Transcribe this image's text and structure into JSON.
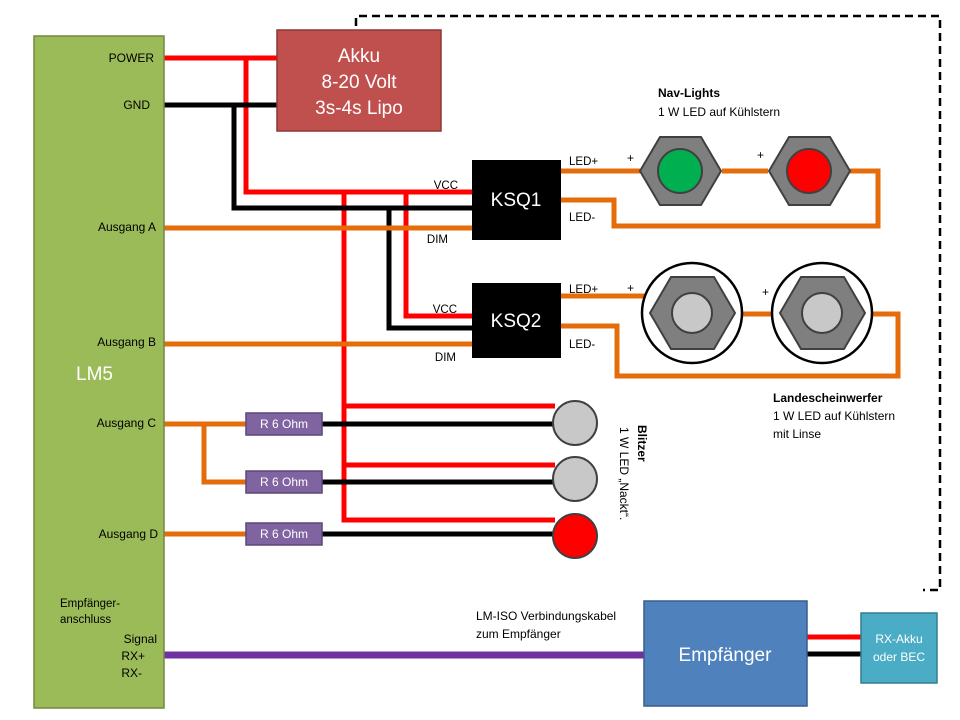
{
  "lm5": {
    "name": "LM5",
    "ports": {
      "power": "POWER",
      "gnd": "GND",
      "out_a": "Ausgang A",
      "out_b": "Ausgang B",
      "out_c": "Ausgang C",
      "out_d": "Ausgang D"
    },
    "receiver_port": {
      "line1": "Empfänger-",
      "line2": "anschluss",
      "signal": "Signal",
      "rx_plus": "RX+",
      "rx_minus": "RX-"
    }
  },
  "battery": {
    "line1": "Akku",
    "line2": "8-20 Volt",
    "line3": "3s-4s Lipo"
  },
  "ksq1": {
    "name": "KSQ1",
    "vcc": "VCC",
    "dim": "DIM",
    "led_plus": "LED+",
    "led_minus": "LED-"
  },
  "ksq2": {
    "name": "KSQ2",
    "vcc": "VCC",
    "dim": "DIM",
    "led_plus": "LED+",
    "led_minus": "LED-"
  },
  "nav_lights": {
    "title": "Nav-Lights",
    "subtitle": "1 W LED auf Kühlstern",
    "plus": "+"
  },
  "landing_lights": {
    "title": "Landescheinwerfer",
    "line2": "1 W LED auf Kühlstern",
    "line3": "mit Linse",
    "plus": "+"
  },
  "strobe": {
    "title": "Blitzer",
    "subtitle": "1 W LED „Nackt“."
  },
  "resistors": [
    "R 6 Ohm",
    "R 6 Ohm",
    "R 6 Ohm"
  ],
  "cable_label": {
    "line1": "LM-ISO Verbindungskabel",
    "line2": "zum Empfänger"
  },
  "receiver": {
    "name": "Empfänger"
  },
  "rx_battery": {
    "line1": "RX-Akku",
    "line2": "oder BEC"
  },
  "colors": {
    "lm5_fill": "#9bbb59",
    "battery_fill": "#c0504d",
    "receiver_fill": "#4f81bd",
    "rx_battery_fill": "#4bacc6",
    "resistor_fill": "#8064a2",
    "wire_red": "#ff0000",
    "wire_black": "#000000",
    "wire_orange": "#e46c0a",
    "wire_purple": "#7030a0",
    "led_green": "#00b050",
    "led_red": "#ff0000",
    "led_grey": "#c8c8c8",
    "hex_grey": "#7f7f7f"
  }
}
